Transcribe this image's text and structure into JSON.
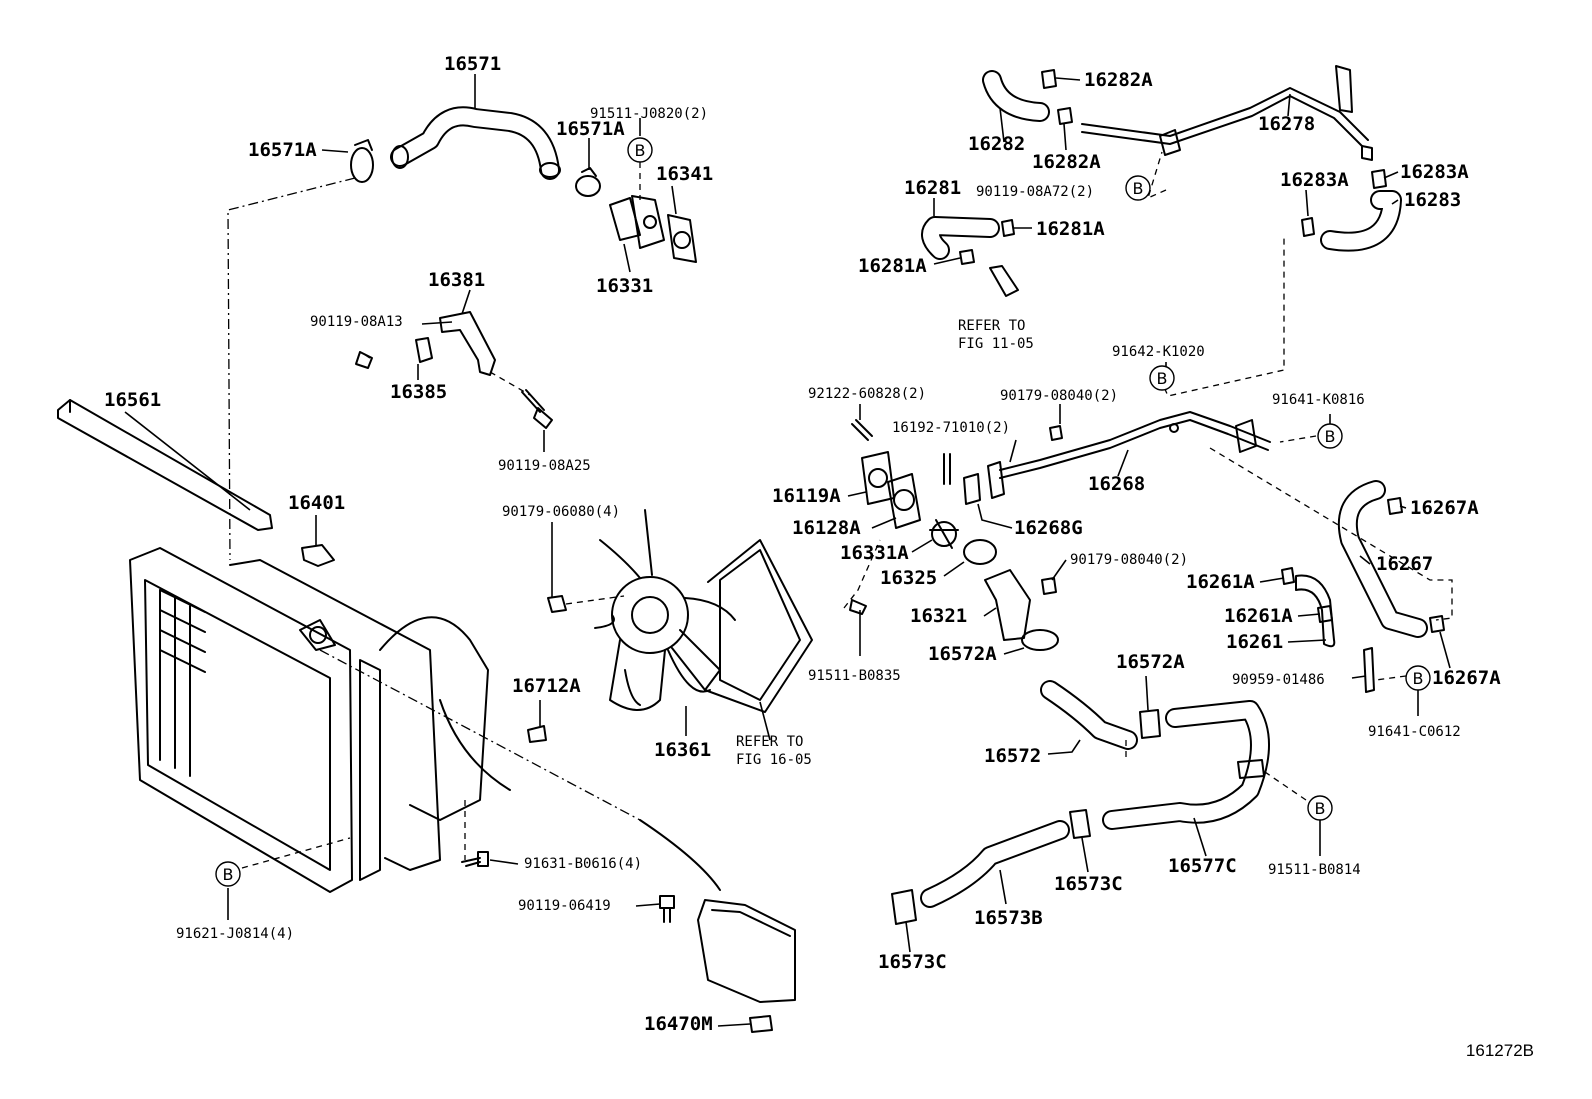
{
  "diagram": {
    "labels": {
      "p16571": "16571",
      "p16571A_left": "16571A",
      "p16571A_right": "16571A",
      "p91511_J0820": "91511-J0820(2)",
      "p16341": "16341",
      "p16331": "16331",
      "p16381": "16381",
      "p90119_08A13": "90119-08A13",
      "p16385": "16385",
      "p90119_08A25": "90119-08A25",
      "p16561": "16561",
      "p16401": "16401",
      "p90179_06080": "90179-06080(4)",
      "p16712A": "16712A",
      "p16361": "16361",
      "p91631_B0616": "91631-B0616(4)",
      "p90119_06419": "90119-06419",
      "p16470M": "16470M",
      "p91621_J0814": "91621-J0814(4)",
      "p16282A_top": "16282A",
      "p16282": "16282",
      "p16282A_bot": "16282A",
      "p16278": "16278",
      "p90119_08A72": "90119-08A72(2)",
      "p16281": "16281",
      "p16281A_right": "16281A",
      "p16281A_left": "16281A",
      "p16283A_right": "16283A",
      "p16283A_left": "16283A",
      "p16283": "16283",
      "p91642_K1020": "91642-K1020",
      "p92122_60828": "92122-60828(2)",
      "p90179_08040_top": "90179-08040(2)",
      "p16192_71010": "16192-71010(2)",
      "p91641_K0816": "91641-K0816",
      "p16119A": "16119A",
      "p16268": "16268",
      "p16128A": "16128A",
      "p16268G": "16268G",
      "p16267A_top": "16267A",
      "p16331A": "16331A",
      "p90179_08040_mid": "90179-08040(2)",
      "p16325": "16325",
      "p16261A_top": "16261A",
      "p16267": "16267",
      "p16321": "16321",
      "p16261A_mid": "16261A",
      "p16261": "16261",
      "p16572A_left": "16572A",
      "p16572A_right": "16572A",
      "p90959_01486": "90959-01486",
      "p16267A_bot": "16267A",
      "p91511_B0835": "91511-B0835",
      "p91641_C0612": "91641-C0612",
      "p16572": "16572",
      "p16577C": "16577C",
      "p91511_B0814": "91511-B0814",
      "p16573C_mid": "16573C",
      "p16573B": "16573B",
      "p16573C_bot": "16573C"
    },
    "refers": {
      "fig11_line1": "REFER TO",
      "fig11_line2": "FIG 11-05",
      "fig16_line1": "REFER TO",
      "fig16_line2": "FIG 16-05"
    },
    "callout_letter": "B",
    "catalog_number": "161272B"
  }
}
